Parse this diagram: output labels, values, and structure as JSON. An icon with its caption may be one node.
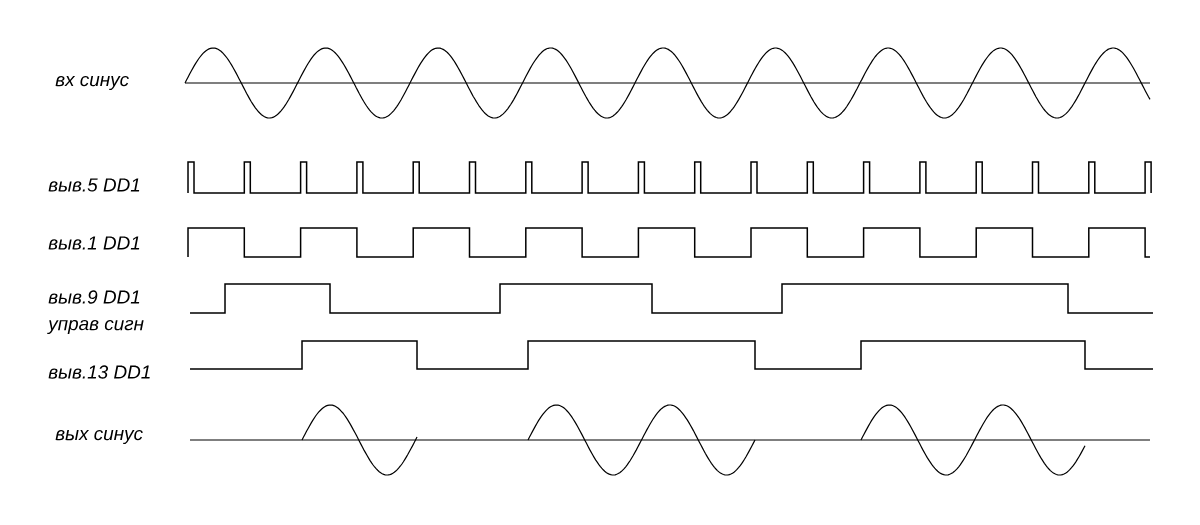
{
  "diagram": {
    "labels": [
      "вх синус",
      "выв.5 DD1",
      "выв.1 DD1",
      "выв.9 DD1",
      "управ сигн",
      "выв.13 DD1",
      "вых синус"
    ]
  }
}
